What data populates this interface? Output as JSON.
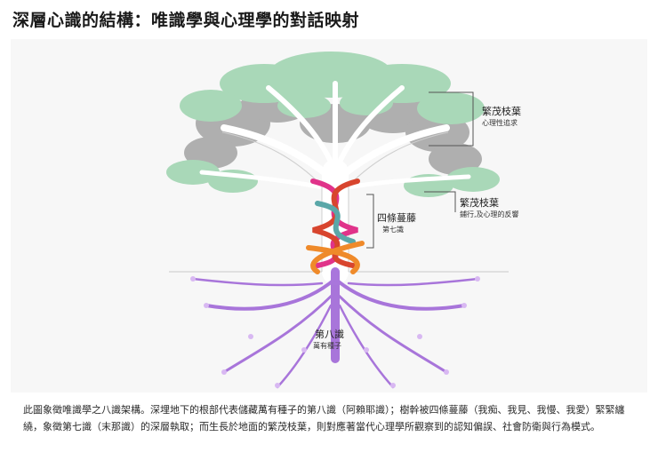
{
  "title": "深層心識的結構：唯識學與心理學的對話映射",
  "labels": {
    "branches_top": {
      "title": "繁茂枝葉",
      "subtitle": "心理性追求"
    },
    "branches_mid": {
      "title": "繁茂枝葉",
      "subtitle": "鋪行,及心理的反響"
    },
    "vines": {
      "title": "四條蔓藤",
      "subtitle": "第七識"
    },
    "roots": {
      "title": "第八識",
      "subtitle": "萬有種子"
    }
  },
  "caption": "此圖象徵唯識學之八識架構。深埋地下的根部代表儲藏萬有種子的第八識（阿賴耶識）；樹幹被四條蔓藤（我痴、我見、我慢、我愛）緊緊纏繞，象徵第七識（末那識）的深層執取；而生長於地面的繁茂枝葉，則對應著當代心理學所觀察到的認知偏誤、社會防衛與行為模式。",
  "colors": {
    "leaf_green": "#a9d8b8",
    "leaf_gray": "#a8a8a8",
    "root_purple": "#9b5fd6",
    "vine_pink": "#e0338a",
    "vine_red": "#d8452e",
    "vine_teal": "#5aa7a8",
    "vine_orange": "#ef8a2a"
  }
}
